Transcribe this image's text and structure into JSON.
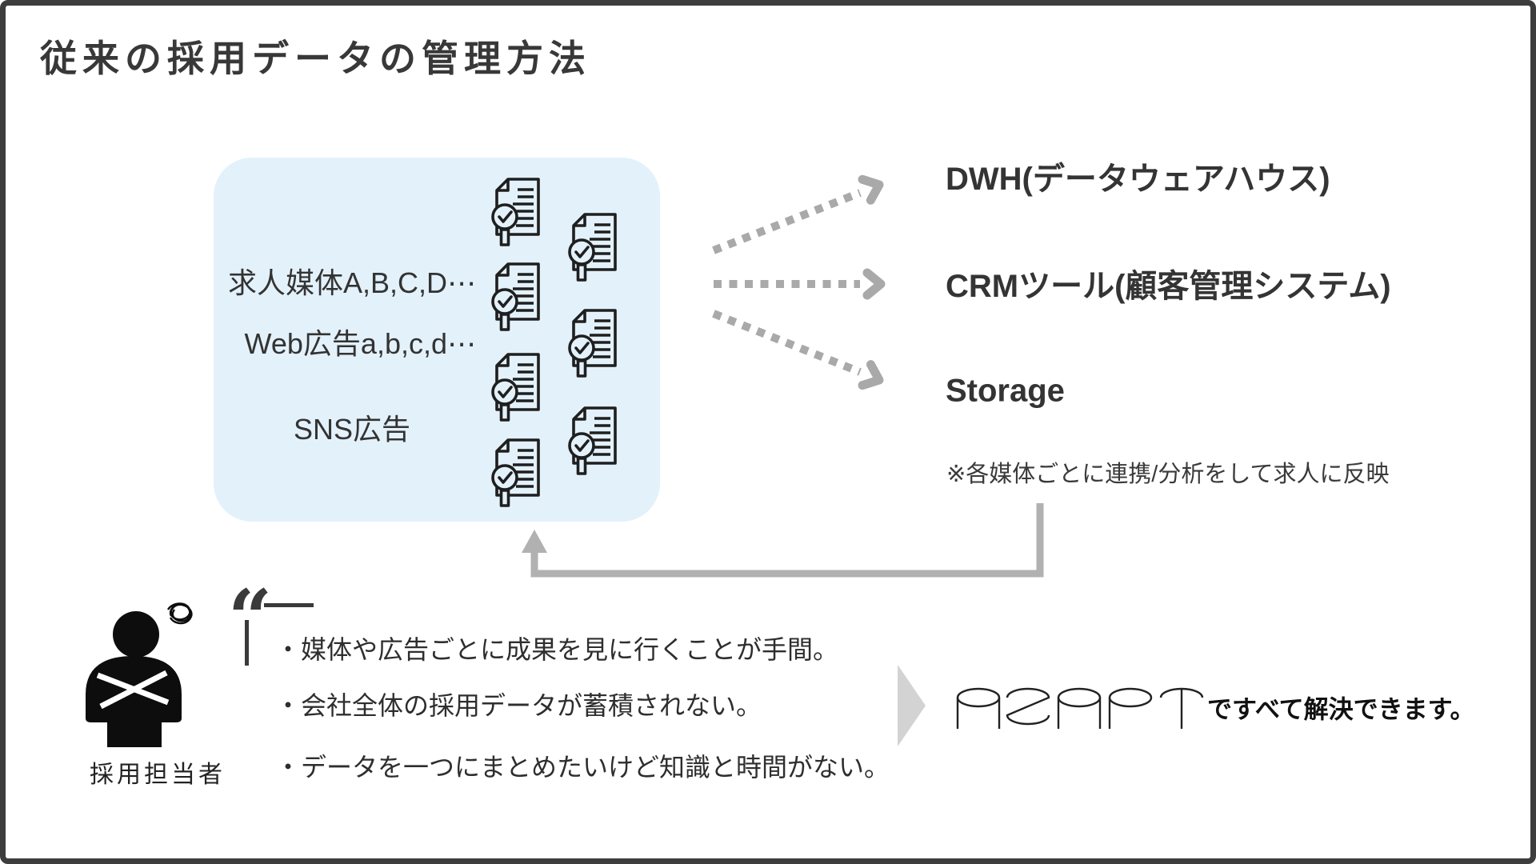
{
  "page": {
    "title": "従来の採用データの管理方法"
  },
  "colors": {
    "box_bg": "#e3f1fa",
    "frame": "#3d3d3d",
    "arrow": "#a9a9a9",
    "elbow": "#b1b1b1",
    "triangle": "#d3d3d3",
    "text": "#333333",
    "ink": "#111111"
  },
  "source_box": {
    "items": [
      {
        "label": "求人媒体A,B,C,D⋯"
      },
      {
        "label": "Web広告a,b,c,d⋯"
      },
      {
        "label": "SNS広告"
      }
    ],
    "doc_icon": "document-check-magnifier-icon",
    "doc_icon_count": 7
  },
  "destinations": [
    {
      "label": "DWH(データウェアハウス)"
    },
    {
      "label": "CRMツール(顧客管理システム)"
    },
    {
      "label": "Storage"
    }
  ],
  "note": "※各媒体ごとに連携/分析をして求人に反映",
  "persona": {
    "label": "採用担当者",
    "icon": "frustrated-recruiter-icon"
  },
  "complaints": [
    "・媒体や広告ごとに成果を見に行くことが手間。",
    "・会社全体の採用データが蓄積されない。",
    "・データを一つにまとめたいけど知識と時間がない。"
  ],
  "solution": {
    "logo_text": "AZAPT",
    "suffix": "ですべて解決できます。"
  }
}
